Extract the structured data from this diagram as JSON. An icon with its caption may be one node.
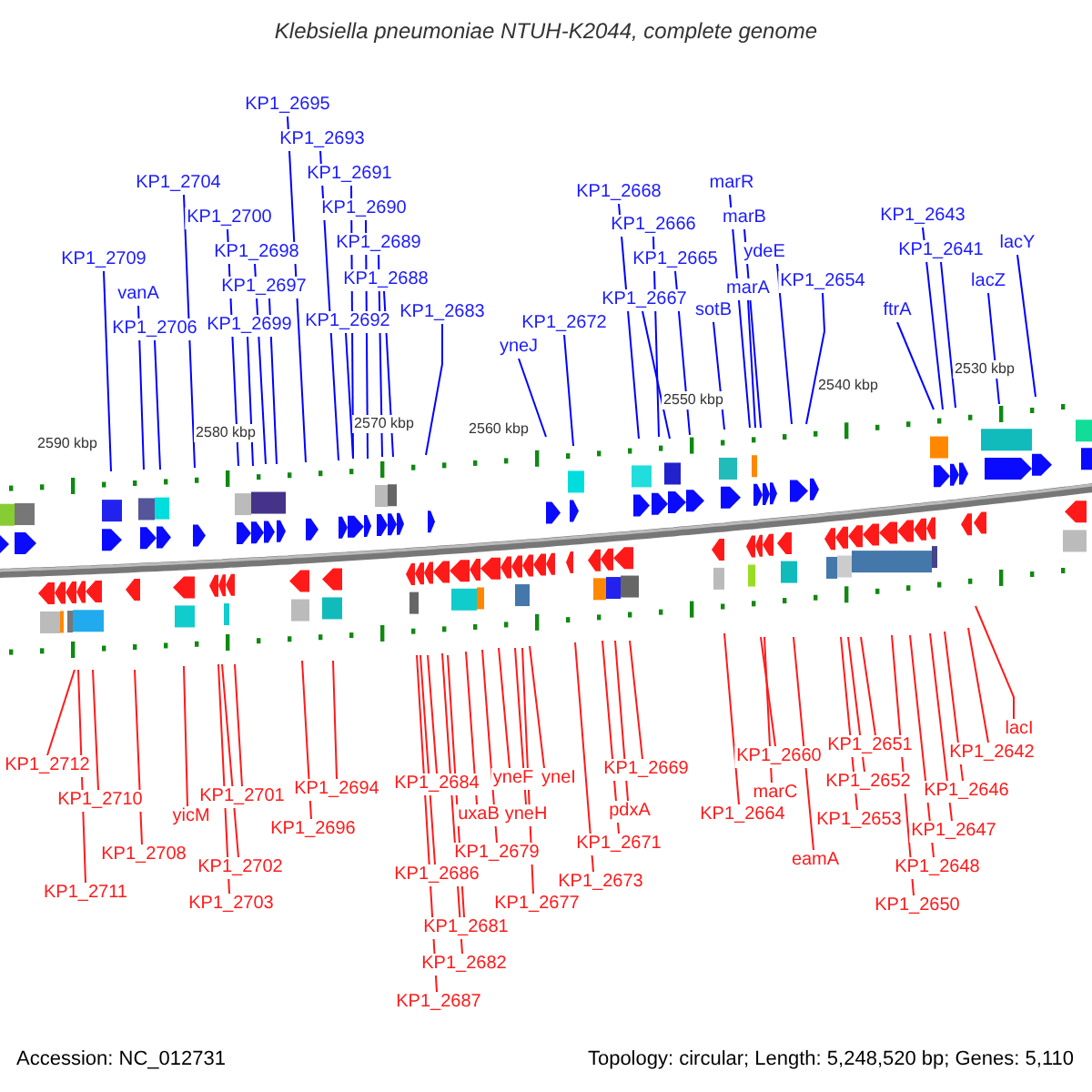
{
  "diagram": {
    "title": "Klebsiella pneumoniae NTUH-K2044, complete genome",
    "nodes": [
      {
        "text": [
          "KP1_2695"
        ]
      },
      {
        "text": [
          "KP1_2693"
        ]
      },
      {
        "text": [
          "KP1_2691"
        ]
      },
      {
        "text": [
          "KP1_2704"
        ]
      },
      {
        "text": [
          "marR"
        ]
      },
      {
        "text": [
          "KP1_2668"
        ]
      },
      {
        "text": [
          "KP1_2690"
        ]
      },
      {
        "text": [
          "KP1_2700"
        ]
      },
      {
        "text": [
          "marB"
        ]
      },
      {
        "text": [
          "KP1_2643"
        ]
      },
      {
        "text": [
          "KP1_2666"
        ]
      },
      {
        "text": [
          "KP1_2689"
        ]
      },
      {
        "text": [
          "KP1_2641"
        ]
      },
      {
        "text": [
          "lacY"
        ]
      },
      {
        "text": [
          "KP1_2698"
        ]
      },
      {
        "text": [
          "ydeE"
        ]
      },
      {
        "text": [
          "KP1_2709"
        ]
      },
      {
        "text": [
          "KP1_2665"
        ]
      },
      {
        "text": [
          "KP1_2688"
        ]
      },
      {
        "text": [
          "lacZ"
        ]
      },
      {
        "text": [
          "KP1_2654"
        ]
      },
      {
        "text": [
          "KP1_2697"
        ]
      },
      {
        "text": [
          "marA"
        ]
      },
      {
        "text": [
          "vanA"
        ]
      },
      {
        "text": [
          "KP1_2667"
        ]
      },
      {
        "text": [
          "sotB"
        ]
      },
      {
        "text": [
          "ftrA"
        ]
      },
      {
        "text": [
          "KP1_2683"
        ]
      },
      {
        "text": [
          "KP1_2692"
        ]
      },
      {
        "text": [
          "KP1_2672"
        ]
      },
      {
        "text": [
          "KP1_2699"
        ]
      },
      {
        "text": [
          "KP1_2706"
        ]
      },
      {
        "text": [
          "yneJ"
        ]
      },
      {
        "text": [
          "lacI"
        ]
      },
      {
        "text": [
          "KP1_2651"
        ]
      },
      {
        "text": [
          "KP1_2642"
        ]
      },
      {
        "text": [
          "KP1_2660"
        ]
      },
      {
        "text": [
          "KP1_2712"
        ]
      },
      {
        "text": [
          "KP1_2669"
        ]
      },
      {
        "text": [
          "yneF"
        ]
      },
      {
        "text": [
          "yneI"
        ]
      },
      {
        "text": [
          "KP1_2652"
        ]
      },
      {
        "text": [
          "KP1_2684"
        ]
      },
      {
        "text": [
          "KP1_2694"
        ]
      },
      {
        "text": [
          "KP1_2646"
        ]
      },
      {
        "text": [
          "marC"
        ]
      },
      {
        "text": [
          "KP1_2701"
        ]
      },
      {
        "text": [
          "KP1_2710"
        ]
      },
      {
        "text": [
          "pdxA"
        ]
      },
      {
        "text": [
          "uxaB"
        ]
      },
      {
        "text": [
          "yneH"
        ]
      },
      {
        "text": [
          "KP1_2664"
        ]
      },
      {
        "text": [
          "yicM"
        ]
      },
      {
        "text": [
          "KP1_2653"
        ]
      },
      {
        "text": [
          "KP1_2696"
        ]
      },
      {
        "text": [
          "KP1_2647"
        ]
      },
      {
        "text": [
          "KP1_2671"
        ]
      },
      {
        "text": [
          "KP1_2679"
        ]
      },
      {
        "text": [
          "KP1_2708"
        ]
      },
      {
        "text": [
          "eamA"
        ]
      },
      {
        "text": [
          "KP1_2702"
        ]
      },
      {
        "text": [
          "KP1_2648"
        ]
      },
      {
        "text": [
          "KP1_2686"
        ]
      },
      {
        "text": [
          "KP1_2673"
        ]
      },
      {
        "text": [
          "KP1_2711"
        ]
      },
      {
        "text": [
          "KP1_2703"
        ]
      },
      {
        "text": [
          "KP1_2677"
        ]
      },
      {
        "text": [
          "KP1_2650"
        ]
      },
      {
        "text": [
          "KP1_2681"
        ]
      },
      {
        "text": [
          "KP1_2682"
        ]
      },
      {
        "text": [
          "KP1_2687"
        ]
      }
    ],
    "edges": [
      {
        "from": 0,
        "to": null,
        "arrow": "none",
        "color": "#0000ff"
      },
      {
        "from": 1,
        "to": null,
        "arrow": "none",
        "color": "#0000ff"
      },
      {
        "from": 2,
        "to": null,
        "arrow": "none",
        "color": "#0000ff"
      },
      {
        "from": 3,
        "to": null,
        "arrow": "none",
        "color": "#0000ff"
      },
      {
        "from": 4,
        "to": null,
        "arrow": "none",
        "color": "#0000ff"
      },
      {
        "from": 5,
        "to": null,
        "arrow": "none",
        "color": "#0000ff"
      },
      {
        "from": 6,
        "to": null,
        "arrow": "none",
        "color": "#0000ff"
      },
      {
        "from": 7,
        "to": null,
        "arrow": "none",
        "color": "#0000ff"
      },
      {
        "from": 8,
        "to": null,
        "arrow": "none",
        "color": "#0000ff"
      },
      {
        "from": 9,
        "to": null,
        "arrow": "none",
        "color": "#0000ff"
      },
      {
        "from": 10,
        "to": null,
        "arrow": "none",
        "color": "#0000ff"
      },
      {
        "from": 11,
        "to": null,
        "arrow": "none",
        "color": "#0000ff"
      },
      {
        "from": 12,
        "to": null,
        "arrow": "none",
        "color": "#0000ff"
      },
      {
        "from": 13,
        "to": null,
        "arrow": "none",
        "color": "#0000ff"
      },
      {
        "from": 14,
        "to": null,
        "arrow": "none",
        "color": "#0000ff"
      },
      {
        "from": 15,
        "to": null,
        "arrow": "none",
        "color": "#0000ff"
      },
      {
        "from": 16,
        "to": null,
        "arrow": "none",
        "color": "#0000ff"
      },
      {
        "from": 17,
        "to": null,
        "arrow": "none",
        "color": "#0000ff"
      },
      {
        "from": 18,
        "to": null,
        "arrow": "none",
        "color": "#0000ff"
      },
      {
        "from": 19,
        "to": null,
        "arrow": "none",
        "color": "#0000ff"
      },
      {
        "from": 20,
        "to": null,
        "arrow": "none",
        "color": "#0000ff"
      },
      {
        "from": 21,
        "to": null,
        "arrow": "none",
        "color": "#0000ff"
      },
      {
        "from": 22,
        "to": null,
        "arrow": "none",
        "color": "#0000ff"
      },
      {
        "from": 23,
        "to": null,
        "arrow": "none",
        "color": "#0000ff"
      },
      {
        "from": 24,
        "to": null,
        "arrow": "none",
        "color": "#0000ff"
      },
      {
        "from": 25,
        "to": null,
        "arrow": "none",
        "color": "#0000ff"
      },
      {
        "from": 26,
        "to": null,
        "arrow": "none",
        "color": "#0000ff"
      },
      {
        "from": 27,
        "to": null,
        "arrow": "none",
        "color": "#0000ff"
      },
      {
        "from": 28,
        "to": null,
        "arrow": "none",
        "color": "#0000ff"
      },
      {
        "from": 29,
        "to": null,
        "arrow": "none",
        "color": "#0000ff"
      },
      {
        "from": 30,
        "to": null,
        "arrow": "none",
        "color": "#0000ff"
      },
      {
        "from": 31,
        "to": null,
        "arrow": "none",
        "color": "#0000ff"
      },
      {
        "from": 32,
        "to": null,
        "arrow": "none",
        "color": "#0000ff"
      },
      {
        "from": 33,
        "to": null,
        "arrow": "none"
      },
      {
        "from": 34,
        "to": null,
        "arrow": "none"
      },
      {
        "from": 35,
        "to": null,
        "arrow": "none"
      },
      {
        "from": 36,
        "to": null,
        "arrow": "none"
      },
      {
        "from": 37,
        "to": null,
        "arrow": "none"
      },
      {
        "from": 38,
        "to": null,
        "arrow": "none"
      },
      {
        "from": 39,
        "to": null,
        "arrow": "none"
      },
      {
        "from": 40,
        "to": null,
        "arrow": "none"
      },
      {
        "from": 41,
        "to": null,
        "arrow": "none"
      },
      {
        "from": 42,
        "to": null,
        "arrow": "none"
      },
      {
        "from": 43,
        "to": null,
        "arrow": "none"
      },
      {
        "from": 44,
        "to": null,
        "arrow": "none"
      },
      {
        "from": 45,
        "to": null,
        "arrow": "none"
      },
      {
        "from": 46,
        "to": null,
        "arrow": "none"
      },
      {
        "from": 47,
        "to": null,
        "arrow": "none"
      },
      {
        "from": 48,
        "to": null,
        "arrow": "none"
      },
      {
        "from": 49,
        "to": null,
        "arrow": "none"
      },
      {
        "from": 50,
        "to": null,
        "arrow": "none"
      },
      {
        "from": 51,
        "to": null,
        "arrow": "none"
      },
      {
        "from": 52,
        "to": null,
        "arrow": "none"
      },
      {
        "from": 53,
        "to": null,
        "arrow": "none"
      },
      {
        "from": 54,
        "to": null,
        "arrow": "none"
      },
      {
        "from": 55,
        "to": null,
        "arrow": "none"
      },
      {
        "from": 56,
        "to": null,
        "arrow": "none"
      },
      {
        "from": 57,
        "to": null,
        "arrow": "none"
      },
      {
        "from": 58,
        "to": null,
        "arrow": "none"
      },
      {
        "from": 59,
        "to": null,
        "arrow": "none"
      },
      {
        "from": 60,
        "to": null,
        "arrow": "none"
      },
      {
        "from": 61,
        "to": null,
        "arrow": "none"
      },
      {
        "from": 62,
        "to": null,
        "arrow": "none"
      },
      {
        "from": 63,
        "to": null,
        "arrow": "none"
      },
      {
        "from": 64,
        "to": null,
        "arrow": "none"
      },
      {
        "from": 65,
        "to": null,
        "arrow": "none"
      },
      {
        "from": 66,
        "to": null,
        "arrow": "none"
      },
      {
        "from": 67,
        "to": null,
        "arrow": "none"
      },
      {
        "from": 68,
        "to": null,
        "arrow": "none"
      },
      {
        "from": 69,
        "to": null,
        "arrow": "none"
      },
      {
        "from": 70,
        "to": null,
        "arrow": "none"
      }
    ],
    "labels": [
      "2590 kbp",
      "2580 kbp",
      "2570 kbp",
      "2560 kbp",
      "2550 kbp",
      "2540 kbp",
      "2530 kbp",
      "Accession: NC_012731",
      "Topology: circular; Length: 5,248,520 bp; Genes: 5,110"
    ]
  }
}
